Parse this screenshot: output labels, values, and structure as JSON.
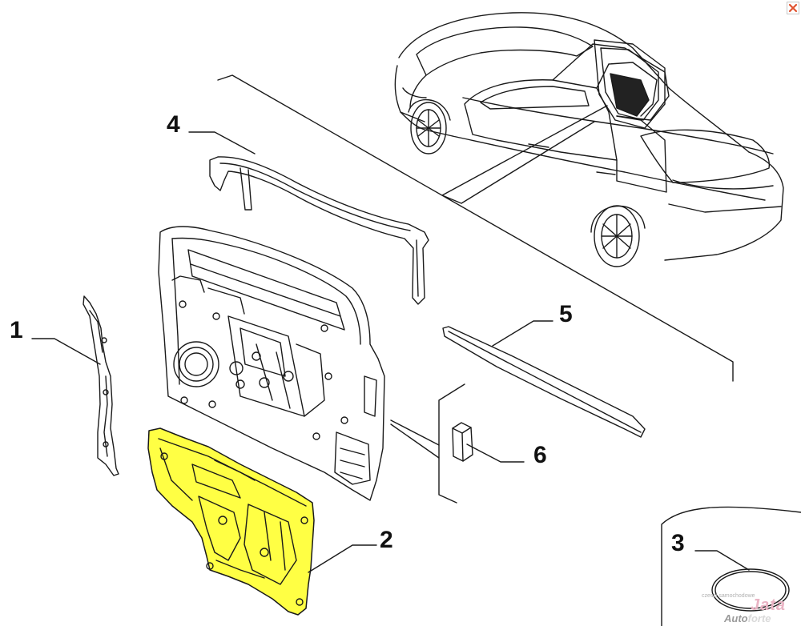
{
  "callouts": [
    {
      "id": "1",
      "label": "1",
      "part": "Door inner reinforcement strip"
    },
    {
      "id": "2",
      "label": "2",
      "part": "Door trim inner sound panel (highlighted)"
    },
    {
      "id": "3",
      "label": "3",
      "part": "Door seal ring"
    },
    {
      "id": "4",
      "label": "4",
      "part": "Window frame / glass channel"
    },
    {
      "id": "5",
      "label": "5",
      "part": "Belt line weatherstrip"
    },
    {
      "id": "6",
      "label": "6",
      "part": "Clip / plug"
    }
  ],
  "watermark": {
    "small_text": "czesci samochodowe",
    "brand": "Jata",
    "sub_prefix": "Auto",
    "sub_suffix": "forte"
  },
  "colors": {
    "highlight": "#ffff44",
    "line": "#1a1a1a",
    "close_icon": "#e0522f"
  },
  "icons": {
    "close": "close-icon"
  }
}
